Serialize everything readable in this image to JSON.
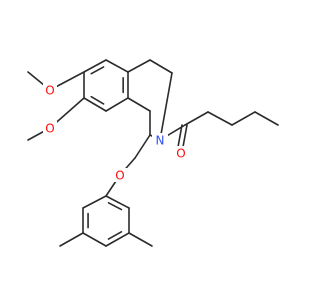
{
  "molecule": {
    "atoms": [
      {
        "id": "o_ome_top",
        "element": "O",
        "label": "O",
        "color": "#ff0d0d"
      },
      {
        "id": "o_ome_bottom",
        "element": "O",
        "label": "O",
        "color": "#ff0d0d"
      },
      {
        "id": "n_ring",
        "element": "N",
        "label": "N",
        "color": "#3050f8"
      },
      {
        "id": "o_carbonyl",
        "element": "O",
        "label": "O",
        "color": "#ff0d0d"
      },
      {
        "id": "o_ether",
        "element": "O",
        "label": "O",
        "color": "#ff0d0d"
      }
    ],
    "bond_color": "#2b2b2b"
  }
}
